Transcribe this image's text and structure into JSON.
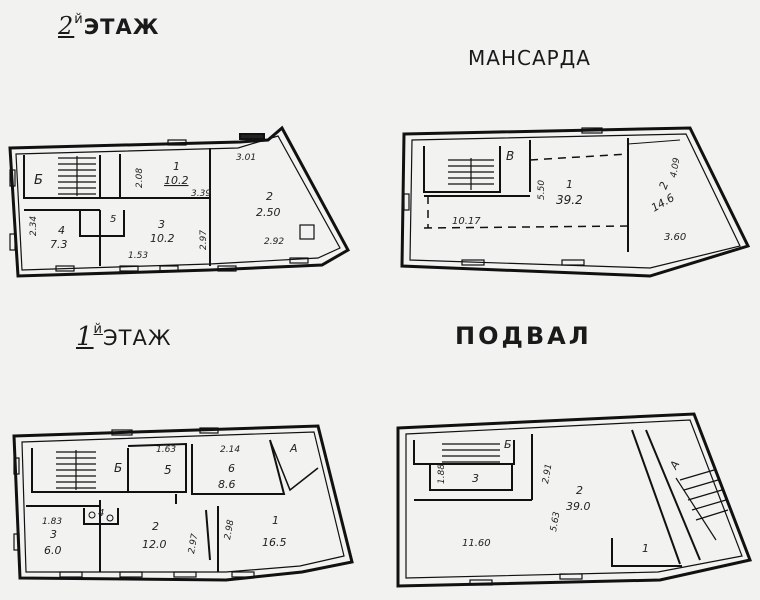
{
  "floor2": {
    "title_num": "2",
    "title_suffix": "й",
    "title_word": "ЭТАЖ",
    "rooms": {
      "stair": "Б",
      "r1_num": "1",
      "r1_area": "10.2",
      "r2_num": "2",
      "r2_area": "2.50",
      "r3_num": "3",
      "r3_area": "10.2",
      "r4_num": "4",
      "r4_area": "7.3",
      "r5_num": "5",
      "dim_2_08": "2.08",
      "dim_3_39": "3.39",
      "dim_3_01": "3.01",
      "dim_2_97": "2.97",
      "dim_2_92": "2.92",
      "dim_1_53": "1.53",
      "dim_2_34": "2.34"
    }
  },
  "attic": {
    "title": "МАНСАРДА",
    "rooms": {
      "stair": "В",
      "r1_num": "1",
      "r1_area": "39.2",
      "r2_num": "2",
      "r2_area": "14.6",
      "dim_10_17": "10.17",
      "dim_3_60": "3.60",
      "dim_4_09": "4.09",
      "dim_5_50": "5.50"
    }
  },
  "floor1": {
    "title_num": "1",
    "title_suffix": "й",
    "title_word": "ЭТАЖ",
    "rooms": {
      "stair": "Б",
      "r1_num": "1",
      "r1_area": "16.5",
      "r2_num": "2",
      "r2_area": "12.0",
      "r3_num": "3",
      "r3_area": "6.0",
      "r4_num": "4",
      "r5_num": "5",
      "r6_num": "6",
      "r6_area": "8.6",
      "rA": "А",
      "dim_1_63": "1.63",
      "dim_2_14": "2.14",
      "dim_1_83": "1.83",
      "dim_2_97": "2.97",
      "dim_2_98": "2.98"
    }
  },
  "basement": {
    "title": "ПОДВАЛ",
    "rooms": {
      "stair": "Б",
      "r1_num": "1",
      "r2_num": "2",
      "r2_area": "39.0",
      "r3_num": "3",
      "rA": "А",
      "dim_11_60": "11.60",
      "dim_2_91": "2.91",
      "dim_5_63": "5.63",
      "dim_1_88": "1.88"
    }
  }
}
